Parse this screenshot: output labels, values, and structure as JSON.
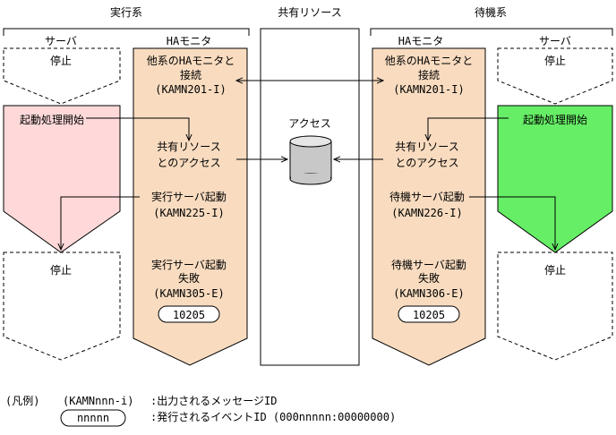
{
  "headers": {
    "active_system": "実行系",
    "shared_resource": "共有リソース",
    "standby_system": "待機系"
  },
  "columns": {
    "left_server": "サーバ",
    "left_ha": "HAモニタ",
    "right_ha": "HAモニタ",
    "right_server": "サーバ"
  },
  "left_server": {
    "stopped_top": "停止",
    "start_processing": "起動処理開始",
    "stopped_bottom": "停止",
    "color": "#ffd9d9"
  },
  "right_server": {
    "stopped_top": "停止",
    "start_processing": "起動処理開始",
    "stopped_bottom": "停止",
    "color": "#66ee66"
  },
  "left_ha": {
    "connect_l1": "他系のHAモニタと",
    "connect_l2": "接続",
    "connect_id": "(KAMN201-I)",
    "access_l1": "共有リソース",
    "access_l2": "とのアクセス",
    "start_l1": "実行サーバ起動",
    "start_id": "(KAMN225-I)",
    "fail_l1": "実行サーバ起動",
    "fail_l2": "失敗",
    "fail_id": "(KAMN305-E)",
    "event": "10205",
    "color": "#f9dcc0"
  },
  "right_ha": {
    "connect_l1": "他系のHAモニタと",
    "connect_l2": "接続",
    "connect_id": "(KAMN201-I)",
    "access_l1": "共有リソース",
    "access_l2": "とのアクセス",
    "start_l1": "待機サーバ起動",
    "start_id": "(KAMN226-I)",
    "fail_l1": "待機サーバ起動",
    "fail_l2": "失敗",
    "fail_id": "(KAMN306-E)",
    "event": "10205",
    "color": "#f9dcc0"
  },
  "shared": {
    "access_label": "アクセス"
  },
  "legend": {
    "title": "(凡例)",
    "msg_sample": "(KAMNnnn-i)",
    "msg_desc": ":出力されるメッセージID",
    "event_sample": "nnnnn",
    "event_desc": ":発行されるイベントID (000nnnnn:00000000)"
  }
}
